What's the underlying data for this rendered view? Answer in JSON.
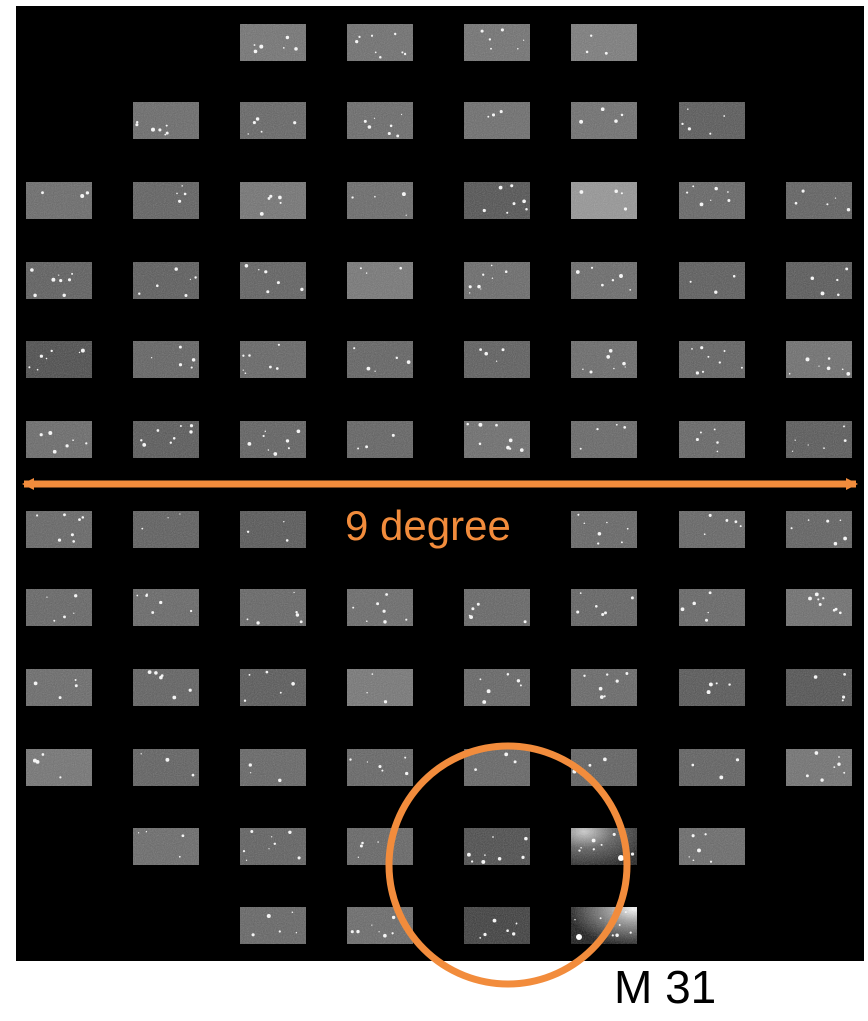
{
  "figure": {
    "scale_label": "9 degree",
    "target_label": "M 31",
    "background_color": "#000000",
    "annotation_color": "#f28c3c",
    "tile_rows": [
      {
        "row": 1,
        "tiles": [
          0,
          0,
          1,
          1,
          1,
          1,
          0,
          0
        ],
        "brightness": [
          0,
          0,
          0.44,
          0.42,
          0.43,
          0.47,
          0,
          0
        ]
      },
      {
        "row": 2,
        "tiles": [
          0,
          1,
          1,
          1,
          1,
          1,
          1,
          0
        ],
        "brightness": [
          0,
          0.4,
          0.38,
          0.4,
          0.41,
          0.42,
          0.33,
          0
        ]
      },
      {
        "row": 3,
        "tiles": [
          1,
          1,
          1,
          1,
          1,
          1,
          1,
          1
        ],
        "brightness": [
          0.4,
          0.36,
          0.44,
          0.4,
          0.3,
          0.58,
          0.38,
          0.36
        ]
      },
      {
        "row": 4,
        "tiles": [
          1,
          1,
          1,
          1,
          1,
          1,
          1,
          1
        ],
        "brightness": [
          0.35,
          0.34,
          0.36,
          0.45,
          0.4,
          0.4,
          0.34,
          0.33
        ]
      },
      {
        "row": 5,
        "tiles": [
          1,
          1,
          1,
          1,
          1,
          1,
          1,
          1
        ],
        "brightness": [
          0.28,
          0.37,
          0.38,
          0.37,
          0.35,
          0.4,
          0.36,
          0.42
        ]
      },
      {
        "row": 6,
        "tiles": [
          1,
          1,
          1,
          1,
          1,
          1,
          1,
          1
        ],
        "brightness": [
          0.4,
          0.33,
          0.36,
          0.37,
          0.41,
          0.39,
          0.38,
          0.33
        ]
      },
      {
        "row": 7,
        "tiles": [
          1,
          1,
          1,
          0,
          0,
          1,
          1,
          1
        ],
        "brightness": [
          0.38,
          0.35,
          0.32,
          0,
          0,
          0.38,
          0.38,
          0.36
        ]
      },
      {
        "row": 8,
        "tiles": [
          1,
          1,
          1,
          1,
          1,
          1,
          1,
          1
        ],
        "brightness": [
          0.38,
          0.39,
          0.38,
          0.4,
          0.38,
          0.37,
          0.38,
          0.42
        ]
      },
      {
        "row": 9,
        "tiles": [
          1,
          1,
          1,
          1,
          1,
          1,
          1,
          1
        ],
        "brightness": [
          0.4,
          0.36,
          0.33,
          0.45,
          0.38,
          0.39,
          0.32,
          0.3
        ]
      },
      {
        "row": 10,
        "tiles": [
          1,
          1,
          1,
          1,
          1,
          1,
          1,
          1
        ],
        "brightness": [
          0.44,
          0.36,
          0.38,
          0.38,
          0.38,
          0.36,
          0.36,
          0.43
        ]
      },
      {
        "row": 11,
        "tiles": [
          0,
          1,
          1,
          1,
          1,
          1,
          1,
          0
        ],
        "brightness": [
          0,
          0.4,
          0.36,
          0.38,
          0.28,
          0.42,
          0.4,
          0
        ]
      },
      {
        "row": 12,
        "tiles": [
          0,
          0,
          1,
          1,
          1,
          1,
          0,
          0
        ],
        "brightness": [
          0,
          0,
          0.38,
          0.4,
          0.22,
          0.52,
          0,
          0
        ]
      }
    ],
    "galaxy_tiles": [
      {
        "row": 11,
        "col": 5
      },
      {
        "row": 12,
        "col": 5
      }
    ]
  }
}
